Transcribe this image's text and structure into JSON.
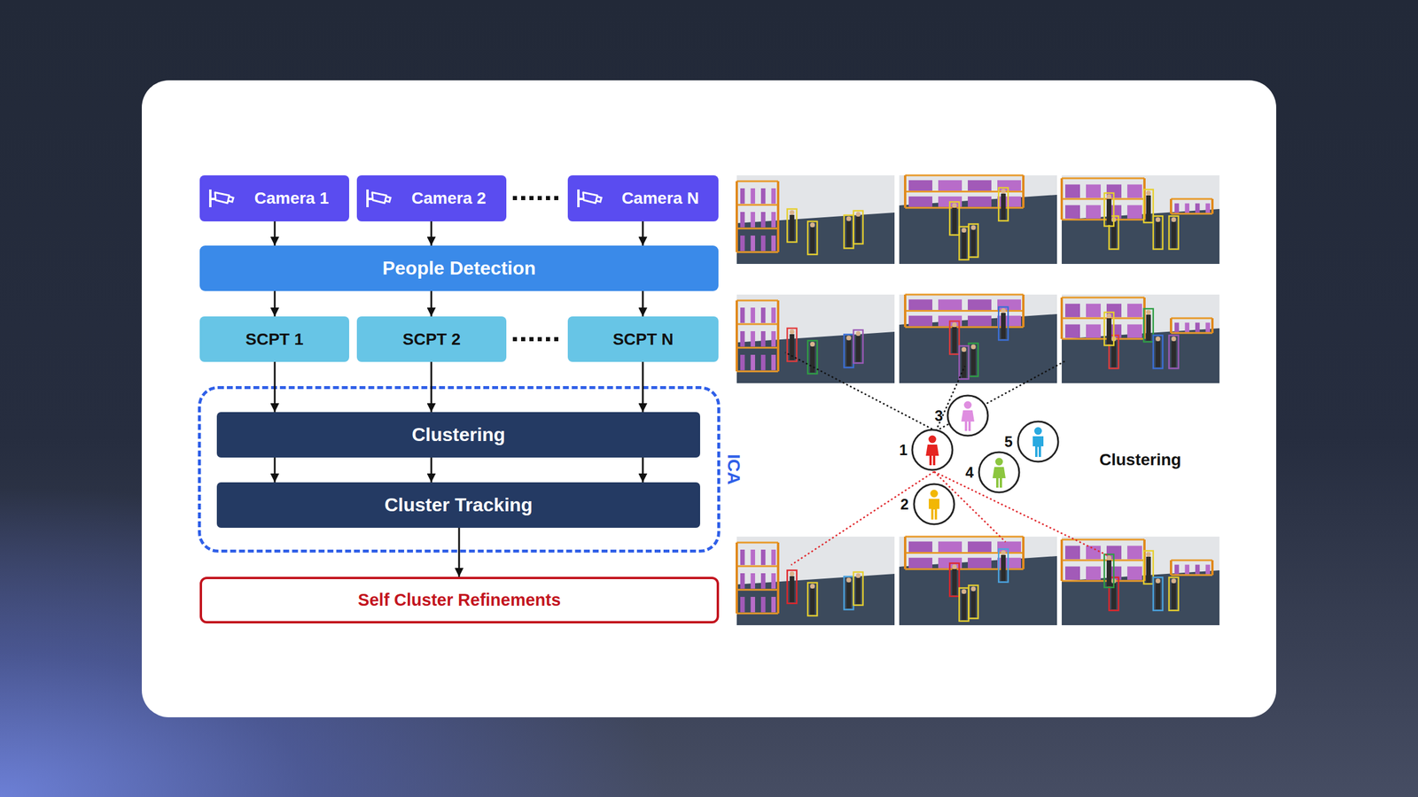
{
  "diagram": {
    "nodes": [
      {
        "text": [
          "Camera 1"
        ]
      },
      {
        "text": [
          "Camera 2"
        ]
      },
      {
        "text": [
          "Camera N"
        ]
      },
      {
        "text": [
          "People Detection"
        ]
      },
      {
        "text": [
          "SCPT 1"
        ]
      },
      {
        "text": [
          "SCPT 2"
        ]
      },
      {
        "text": [
          "SCPT N"
        ]
      },
      {
        "text": [
          "ICA"
        ]
      },
      {
        "text": [
          "Clustering"
        ],
        "in": 7
      },
      {
        "text": [
          "Cluster Tracking"
        ],
        "in": 7
      },
      {
        "text": [
          "Self Cluster Refinements"
        ]
      }
    ],
    "edges": [
      {
        "from": 0,
        "to": 3,
        "arrow": "to"
      },
      {
        "from": 1,
        "to": 3,
        "arrow": "to"
      },
      {
        "from": 2,
        "to": 3,
        "arrow": "to"
      },
      {
        "from": 3,
        "to": 4,
        "arrow": "to"
      },
      {
        "from": 3,
        "to": 5,
        "arrow": "to"
      },
      {
        "from": 3,
        "to": 6,
        "arrow": "to"
      },
      {
        "from": 4,
        "to": 8,
        "arrow": "to"
      },
      {
        "from": 5,
        "to": 8,
        "arrow": "to"
      },
      {
        "from": 6,
        "to": 8,
        "arrow": "to"
      },
      {
        "from": 8,
        "to": 9,
        "arrow": "to"
      },
      {
        "from": 8,
        "to": 9,
        "arrow": "to"
      },
      {
        "from": 8,
        "to": 9,
        "arrow": "to"
      },
      {
        "from": 9,
        "to": 10,
        "arrow": "to"
      }
    ],
    "labels": [
      "1",
      "2",
      "3",
      "4",
      "5",
      "Clustering"
    ]
  }
}
